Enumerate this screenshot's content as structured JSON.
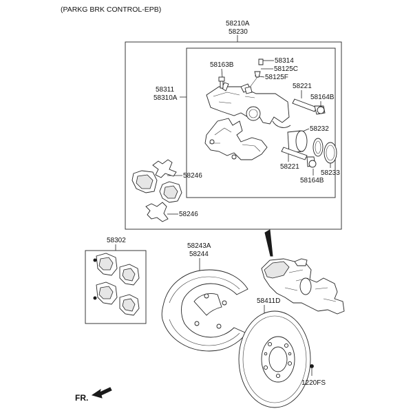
{
  "diagram": {
    "title": "(PARKG BRK CONTROL-EPB)",
    "direction_label": "FR.",
    "labels": {
      "caliper_assy_a": "58210A",
      "caliper_assy_b": "58230",
      "bolt_58163b": "58163B",
      "bleeder_58314": "58314",
      "cap_58125c": "58125C",
      "screw_58125f": "58125F",
      "pin_upper": "58221",
      "boot_upper": "58164B",
      "carrier_a": "58311",
      "carrier_b": "58310A",
      "seal_58232": "58232",
      "pin_lower": "58221",
      "ring_58233": "58233",
      "boot_lower": "58164B",
      "clip_upper": "58246",
      "clip_lower": "58246",
      "pad_kit": "58302",
      "dust_cover_a": "58243A",
      "dust_cover_b": "58244",
      "disc": "58411D",
      "screw_1220fs": "1220FS"
    }
  }
}
